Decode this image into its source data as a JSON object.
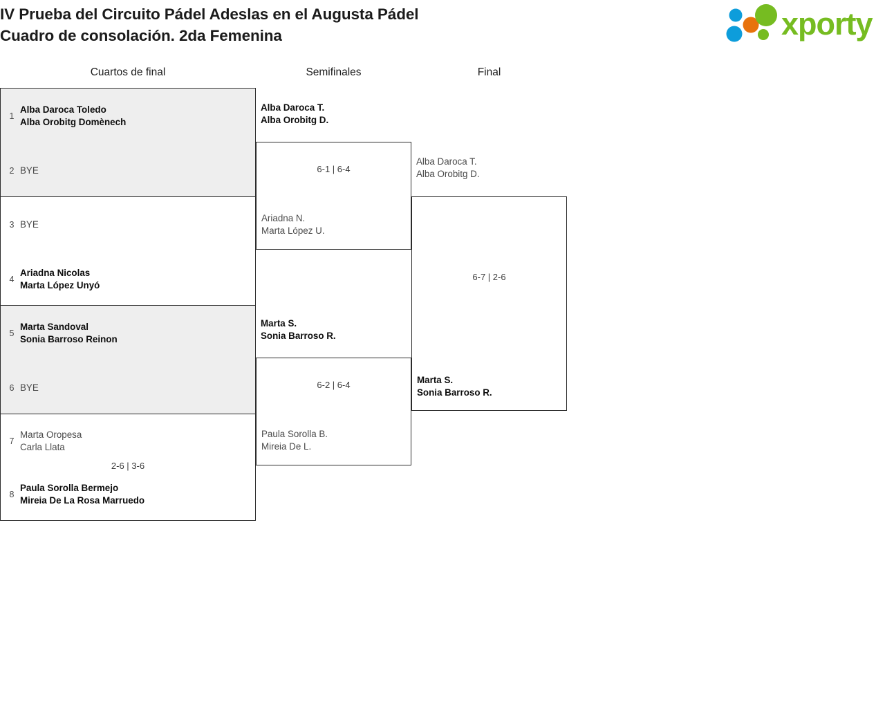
{
  "header": {
    "title_line1": "IV Prueba del Circuito Pádel Adeslas en el Augusta Pádel",
    "title_line2": "Cuadro de consolación. 2da Femenina",
    "logo_text": "xporty",
    "logo_colors": {
      "green": "#76bc21",
      "orange": "#e8720c",
      "blue": "#0d9ddb"
    }
  },
  "rounds": [
    {
      "label": "Cuartos de final"
    },
    {
      "label": "Semifinales"
    },
    {
      "label": "Final"
    }
  ],
  "quarterfinals": [
    {
      "shaded": true,
      "top": {
        "seed": "1",
        "line1": "Alba Daroca Toledo",
        "line2": "Alba Orobitg Domènech",
        "winner": true,
        "bye": false
      },
      "bottom": {
        "seed": "2",
        "line1": "BYE",
        "line2": "",
        "winner": false,
        "bye": true
      },
      "score": ""
    },
    {
      "shaded": false,
      "top": {
        "seed": "3",
        "line1": "BYE",
        "line2": "",
        "winner": false,
        "bye": true
      },
      "bottom": {
        "seed": "4",
        "line1": "Ariadna Nicolas",
        "line2": "Marta López Unyó",
        "winner": true,
        "bye": false
      },
      "score": ""
    },
    {
      "shaded": true,
      "top": {
        "seed": "5",
        "line1": "Marta Sandoval",
        "line2": "Sonia Barroso Reinon",
        "winner": true,
        "bye": false
      },
      "bottom": {
        "seed": "6",
        "line1": "BYE",
        "line2": "",
        "winner": false,
        "bye": true
      },
      "score": ""
    },
    {
      "shaded": false,
      "top": {
        "seed": "7",
        "line1": "Marta Oropesa",
        "line2": "Carla Llata",
        "winner": false,
        "bye": false
      },
      "bottom": {
        "seed": "8",
        "line1": "Paula Sorolla Bermejo",
        "line2": "Mireia De La Rosa Marruedo",
        "winner": true,
        "bye": false
      },
      "score": "2-6 | 3-6"
    }
  ],
  "semifinals": [
    {
      "top": {
        "line1": "Alba Daroca T.",
        "line2": "Alba Orobitg D.",
        "winner": true
      },
      "bottom": {
        "line1": "Ariadna N.",
        "line2": "Marta López U.",
        "winner": false
      },
      "score": "6-1 | 6-4"
    },
    {
      "top": {
        "line1": "Marta S.",
        "line2": "Sonia Barroso R.",
        "winner": true
      },
      "bottom": {
        "line1": "Paula Sorolla B.",
        "line2": "Mireia De L.",
        "winner": false
      },
      "score": "6-2 | 6-4"
    }
  ],
  "final": {
    "top": {
      "line1": "Alba Daroca T.",
      "line2": "Alba Orobitg D.",
      "winner": false
    },
    "bottom": {
      "line1": "Marta S.",
      "line2": "Sonia Barroso R.",
      "winner": true
    },
    "score": "6-7 | 2-6"
  }
}
